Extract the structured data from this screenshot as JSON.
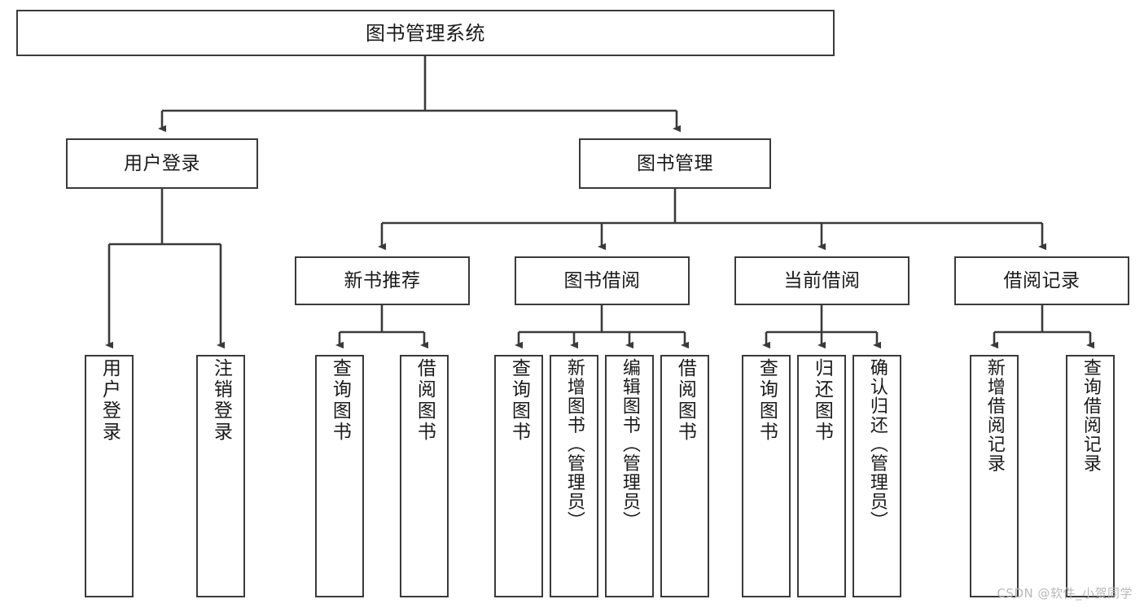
{
  "diagram": {
    "title": "图书管理系统",
    "type": "tree-hierarchy-diagram",
    "style": {
      "box_border_color": "#3a3a3a",
      "box_fill_color": "#ffffff",
      "connector_color": "#3a3a3a",
      "text_color": "#1a1a1a",
      "background": "#ffffff"
    },
    "root": {
      "label": "图书管理系统"
    },
    "level2": [
      {
        "label": "用户登录"
      },
      {
        "label": "图书管理"
      }
    ],
    "level3": [
      {
        "label": "新书推荐"
      },
      {
        "label": "图书借阅"
      },
      {
        "label": "当前借阅"
      },
      {
        "label": "借阅记录"
      }
    ],
    "leaves": {
      "user_login": [
        {
          "label": "用户登录"
        },
        {
          "label": "注销登录"
        }
      ],
      "new_book_recommend": [
        {
          "label": "查询图书"
        },
        {
          "label": "借阅图书"
        }
      ],
      "book_borrow": [
        {
          "label": "查询图书"
        },
        {
          "label": "新增图书（管理员）"
        },
        {
          "label": "编辑图书（管理员）"
        },
        {
          "label": "借阅图书"
        }
      ],
      "current_borrow": [
        {
          "label": "查询图书"
        },
        {
          "label": "归还图书"
        },
        {
          "label": "确认归还（管理员）"
        }
      ],
      "borrow_record": [
        {
          "label": "新增借阅记录"
        },
        {
          "label": "查询借阅记录"
        }
      ]
    }
  },
  "watermark": {
    "text": "CSDN @软件_小贺同学"
  }
}
